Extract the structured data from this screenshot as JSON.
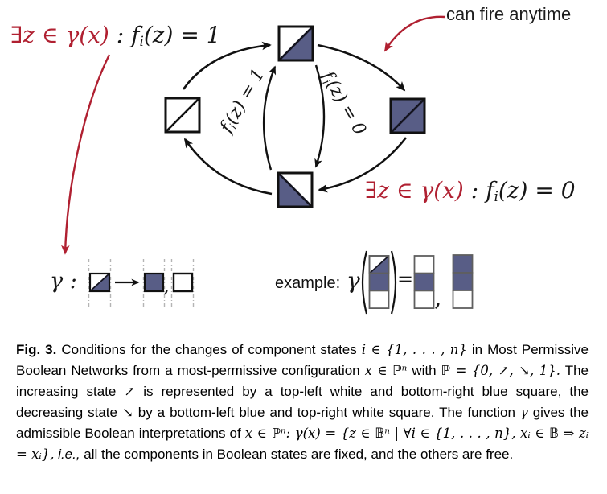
{
  "colors": {
    "state_blue": "#585d86",
    "accent_red": "#b02031",
    "ink": "#111111",
    "guide_gray": "#b4b4b4"
  },
  "diagram": {
    "can_fire_label": "can fire anytime",
    "formula_up": {
      "red": "∃z ∈ γ(x)",
      "sep": " : ",
      "f": "f",
      "sub": "i",
      "tail": "(z) = 1"
    },
    "formula_down": {
      "red": "∃z ∈ γ(x)",
      "sep": " : ",
      "f": "f",
      "sub": "i",
      "tail": "(z) = 0"
    },
    "edge_up": {
      "f": "f",
      "sub": "i",
      "tail": "(z) = 1"
    },
    "edge_down": {
      "f": "f",
      "sub": "i",
      "tail": "(z) = 0"
    }
  },
  "gamma_def": {
    "label": "γ :",
    "comma": ","
  },
  "example": {
    "label": "example:",
    "gamma": "γ",
    "equals": "=",
    "comma": ","
  },
  "caption": {
    "segments": [
      "Fig. 3.",
      " Conditions for the changes of component states ",
      "i ∈ {1, . . . , n}",
      " in Most Permissive Boolean Networks from a most-permissive configuration ",
      "x ∈ ℙⁿ",
      " with ",
      "ℙ = {0, ↗, ↘, 1}.",
      " The increasing state ",
      "↗",
      " is represented by a top-left white and bottom-right blue square, the decreasing state ",
      "↘",
      " by a bottom-left blue and top-right white square. The function ",
      "γ",
      " gives the admissible Boolean interpretations of ",
      "x ∈ ℙⁿ:",
      " γ(x) = {z ∈ 𝔹ⁿ | ∀i ∈ {1, . . . , n}, xᵢ ∈ 𝔹 ⇒ zᵢ = xᵢ},",
      " i.e.,",
      " all the components in Boolean states are fixed, and the others are free."
    ]
  }
}
